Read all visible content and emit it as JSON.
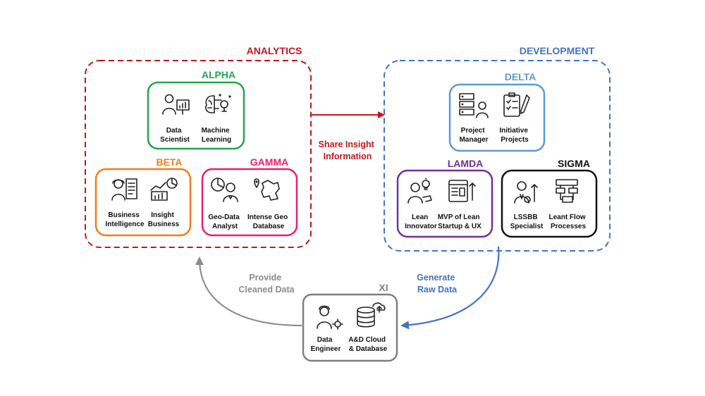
{
  "colors": {
    "analytics": "#c3161c",
    "development": "#4472c4",
    "alpha": "#1fa84f",
    "beta": "#ef7d22",
    "gamma": "#e8206e",
    "delta": "#5b9bd5",
    "lamda": "#7030a0",
    "sigma": "#111111",
    "xi": "#7f7f7f",
    "share_arrow": "#c3161c",
    "generate_arrow": "#4472c4",
    "provide_arrow": "#8c8c8c"
  },
  "analytics": {
    "title": "ANALYTICS",
    "alpha": {
      "title": "ALPHA",
      "items": [
        {
          "icon": "data-scientist-icon",
          "lines": [
            "Data",
            "Scientist"
          ]
        },
        {
          "icon": "machine-learning-icon",
          "lines": [
            "Machine",
            "Learning"
          ]
        }
      ]
    },
    "beta": {
      "title": "BETA",
      "items": [
        {
          "icon": "business-intelligence-icon",
          "lines": [
            "Business",
            "Intelligence"
          ]
        },
        {
          "icon": "insight-business-icon",
          "lines": [
            "Insight",
            "Business"
          ]
        }
      ]
    },
    "gamma": {
      "title": "GAMMA",
      "items": [
        {
          "icon": "geo-data-analyst-icon",
          "lines": [
            "Geo-Data",
            "Analyst"
          ]
        },
        {
          "icon": "intense-geo-database-icon",
          "lines": [
            "Intense Geo",
            "Database"
          ]
        }
      ]
    }
  },
  "development": {
    "title": "DEVELOPMENT",
    "delta": {
      "title": "DELTA",
      "items": [
        {
          "icon": "project-manager-icon",
          "lines": [
            "Project",
            "Manager"
          ]
        },
        {
          "icon": "initiative-projects-icon",
          "lines": [
            "Initiative",
            "Projects"
          ]
        }
      ]
    },
    "lamda": {
      "title": "LAMDA",
      "items": [
        {
          "icon": "lean-innovator-icon",
          "lines": [
            "Lean",
            "Innovator"
          ]
        },
        {
          "icon": "mvp-icon",
          "lines": [
            "MVP of Lean",
            "Startup & UX"
          ]
        }
      ]
    },
    "sigma": {
      "title": "SIGMA",
      "items": [
        {
          "icon": "lssbb-specialist-icon",
          "lines": [
            "LSSBB",
            "Specialist"
          ]
        },
        {
          "icon": "leant-flow-icon",
          "lines": [
            "Leant Flow",
            "Processes"
          ]
        }
      ]
    }
  },
  "xi": {
    "title": "XI",
    "items": [
      {
        "icon": "data-engineer-icon",
        "lines": [
          "Data",
          "Engineer"
        ]
      },
      {
        "icon": "cloud-database-icon",
        "lines": [
          "A&D Cloud",
          "& Database"
        ]
      }
    ]
  },
  "flows": {
    "share": [
      "Share Insight",
      "Information"
    ],
    "generate": [
      "Generate",
      "Raw Data"
    ],
    "provide": [
      "Provide",
      "Cleaned Data"
    ]
  }
}
